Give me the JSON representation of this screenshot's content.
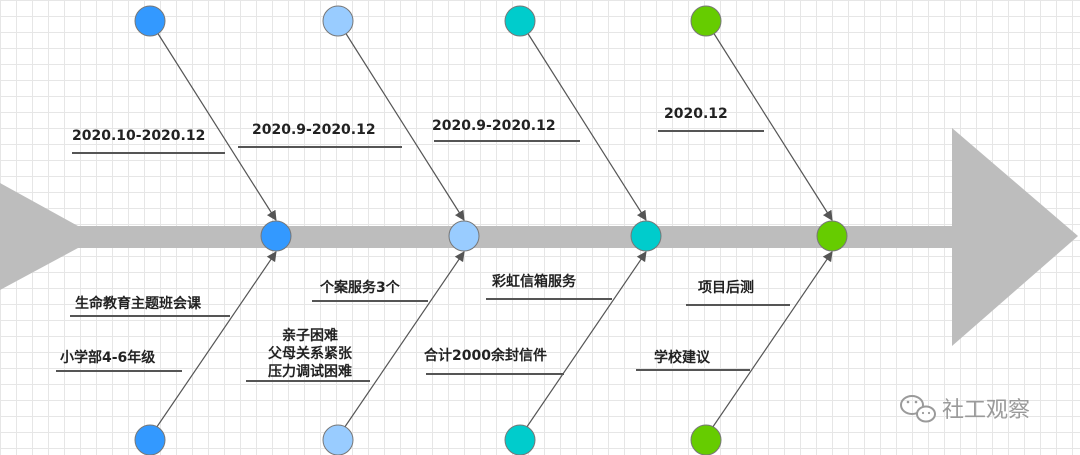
{
  "colors": {
    "arrow": "#bdbdbd",
    "line": "#555555",
    "blue": "#3399ff",
    "lightblue": "#99ccff",
    "teal": "#00cccc",
    "green": "#66cc00"
  },
  "branches": [
    {
      "color": "#3399ff",
      "top_label": "2020.10-2020.12",
      "bottom_labels": [
        "生命教育主题班会课",
        "小学部4-6年级"
      ]
    },
    {
      "color": "#99ccff",
      "top_label": "2020.9-2020.12",
      "bottom_labels": [
        "个案服务3个",
        "亲子困难",
        "父母关系紧张",
        "压力调试困难"
      ]
    },
    {
      "color": "#00cccc",
      "top_label": "2020.9-2020.12",
      "bottom_labels": [
        "彩虹信箱服务",
        "合计2000余封信件"
      ]
    },
    {
      "color": "#66cc00",
      "top_label": "2020.12",
      "bottom_labels": [
        "项目后测",
        "学校建议"
      ]
    }
  ],
  "watermark": {
    "icon": "wechat-icon",
    "text": "社工观察"
  }
}
